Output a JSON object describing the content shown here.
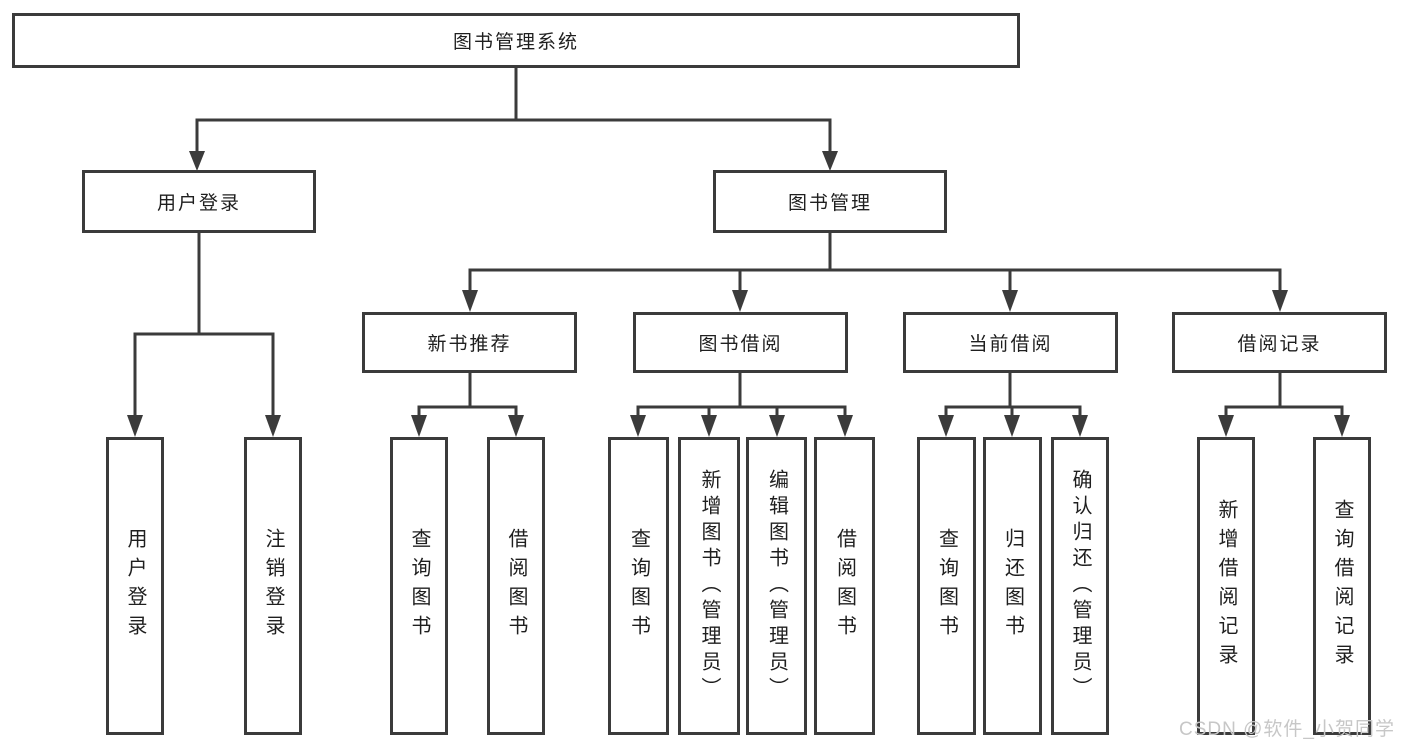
{
  "diagram": {
    "root": {
      "label": "图书管理系统"
    },
    "branches": [
      {
        "label": "用户登录",
        "leaves": [
          {
            "label": "用户登录"
          },
          {
            "label": "注销登录"
          }
        ]
      },
      {
        "label": "图书管理",
        "sections": [
          {
            "label": "新书推荐",
            "leaves": [
              {
                "label": "查询图书"
              },
              {
                "label": "借阅图书"
              }
            ]
          },
          {
            "label": "图书借阅",
            "leaves": [
              {
                "label": "查询图书"
              },
              {
                "label": "新增图书（管理员）"
              },
              {
                "label": "编辑图书（管理员）"
              },
              {
                "label": "借阅图书"
              }
            ]
          },
          {
            "label": "当前借阅",
            "leaves": [
              {
                "label": "查询图书"
              },
              {
                "label": "归还图书"
              },
              {
                "label": "确认归还（管理员）"
              }
            ]
          },
          {
            "label": "借阅记录",
            "leaves": [
              {
                "label": "新增借阅记录"
              },
              {
                "label": "查询借阅记录"
              }
            ]
          }
        ]
      }
    ]
  },
  "watermark": {
    "text": "CSDN @软件_小贺同学"
  },
  "colors": {
    "line": "#3b3b3b",
    "border": "#3b3b3b",
    "text": "#1f1f1f",
    "watermark": "#c7c7c7",
    "background": "#ffffff"
  }
}
